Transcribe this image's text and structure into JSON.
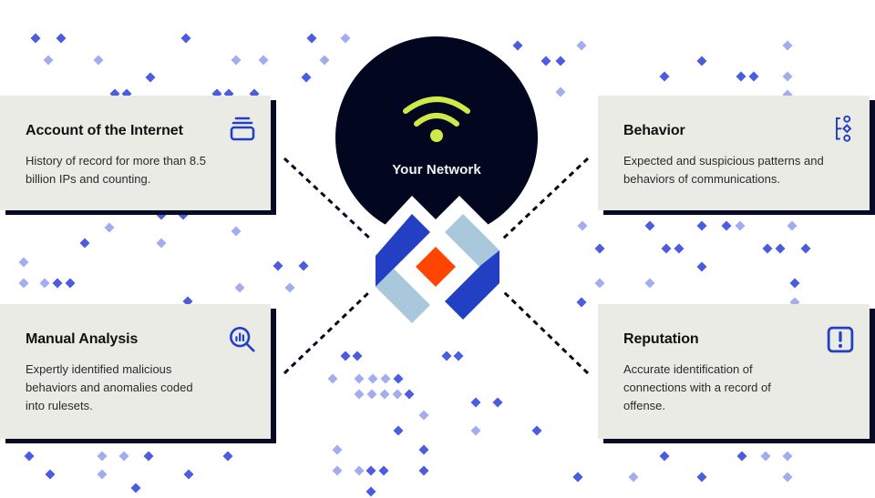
{
  "center": {
    "label": "Your Network",
    "icon": "wifi-icon",
    "colors": {
      "circle": "#03061f",
      "wifi": "#cfe84a"
    }
  },
  "logo": {
    "colors": {
      "dark_blue": "#2340c4",
      "light_blue": "#a9c8dc",
      "orange": "#ff4500"
    }
  },
  "cards": {
    "account": {
      "title": "Account of the Internet",
      "description": "History of record for more than 8.5 billion IPs and counting.",
      "icon": "database-stack-icon"
    },
    "behavior": {
      "title": "Behavior",
      "description": "Expected and suspicious patterns and behaviors of communications.",
      "icon": "flow-nodes-icon"
    },
    "manual": {
      "title": "Manual Analysis",
      "description": "Expertly identified malicious behaviors and anomalies coded into rulesets.",
      "icon": "analytics-search-icon"
    },
    "reputation": {
      "title": "Reputation",
      "description": "Accurate identification of connections with a record of offense.",
      "icon": "alert-square-icon"
    }
  },
  "theme": {
    "card_bg": "#ebebe6",
    "card_shadow": "#060a24",
    "icon_blue": "#2340c4",
    "dot_dark": "#4a5ce0",
    "dot_light": "#a4acf0"
  }
}
